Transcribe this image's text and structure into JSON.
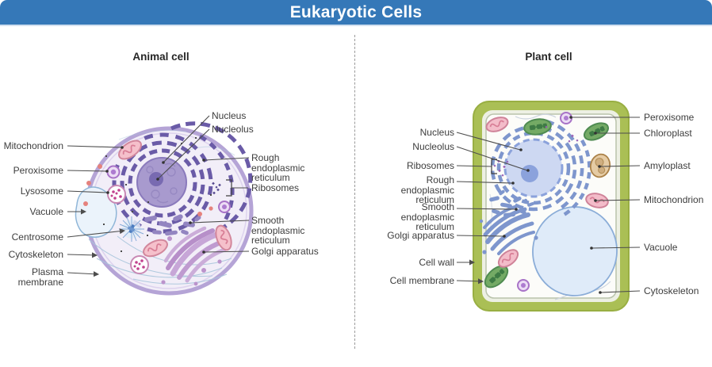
{
  "header": {
    "title": "Eukaryotic Cells"
  },
  "animal": {
    "title": "Animal cell",
    "labels_left": [
      "Mitochondrion",
      "Peroxisome",
      "Lysosome",
      "Vacuole",
      "Centrosome",
      "Cytoskeleton",
      "Plasma membrane"
    ],
    "labels_right": [
      "Nucleus",
      "Nucleolus",
      "Rough endoplasmic reticulum",
      "Ribosomes",
      "Smooth endoplasmic reticulum",
      "Golgi apparatus"
    ]
  },
  "plant": {
    "title": "Plant cell",
    "labels_left": [
      "Nucleus",
      "Nucleolus",
      "Ribosomes",
      "Rough endoplasmic reticulum",
      "Smooth endoplasmic reticulum",
      "Golgi apparatus",
      "Cell wall",
      "Cell membrane"
    ],
    "labels_right": [
      "Peroxisome",
      "Chloroplast",
      "Amyloplast",
      "Mitochondrion",
      "Vacuole",
      "Cytoskeleton"
    ]
  },
  "colors": {
    "header_bg": "#3578b8",
    "header_text": "#ffffff",
    "label_text": "#3d3d3d",
    "leader_line": "#4d4d4d",
    "divider": "#9a9a9a",
    "animal_membrane": "#b5a4d6",
    "animal_cytoplasm": "#f2eef8",
    "animal_nucleus": "#a89ace",
    "animal_nucleolus": "#786ab1",
    "animal_er": "#6a5ba7",
    "animal_golgi": "#c7a6d7",
    "mitochondrion_pink": "#f5c0cb",
    "lysosome_dot": "#c2418f",
    "peroxisome_purple": "#a873c7",
    "centrosome_blue": "#4d7dc0",
    "plant_wall_green": "#aabf55",
    "plant_organelle_blue": "#7e96cd",
    "plant_nucleus_fill": "#cdd8f2",
    "vacuole_fill": "#dfebf9",
    "chloroplast_green": "#74aa65",
    "amyloplast_tan": "#e5cba4"
  }
}
